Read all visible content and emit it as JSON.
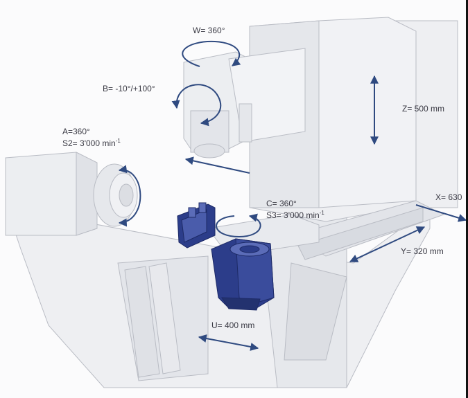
{
  "colors": {
    "machine_fill": "#eeeff2",
    "machine_line": "#b9bcc4",
    "machine_shade": "#dfe1e6",
    "workpiece": "#2c3d8a",
    "workpiece_light": "#4a5cab",
    "arrow": "#2f4a80",
    "label_text": "#3a3a44"
  },
  "labels": {
    "w": "W= 360°",
    "b": "B= -10°/+100°",
    "z": "Z= 500 mm",
    "a_line1": "A=360°",
    "s2_main": "S2= 3'000 min",
    "s2_exp": "-1",
    "c_line1": "C= 360°",
    "s3_main": "S3= 3'000 min",
    "s3_exp": "-1",
    "x": "X= 630",
    "y": "Y= 320 mm",
    "u": "U= 400 mm"
  },
  "icons": {
    "rotation": "curved-rotation-arrow-icon",
    "linear": "double-headed-arrow-icon"
  }
}
